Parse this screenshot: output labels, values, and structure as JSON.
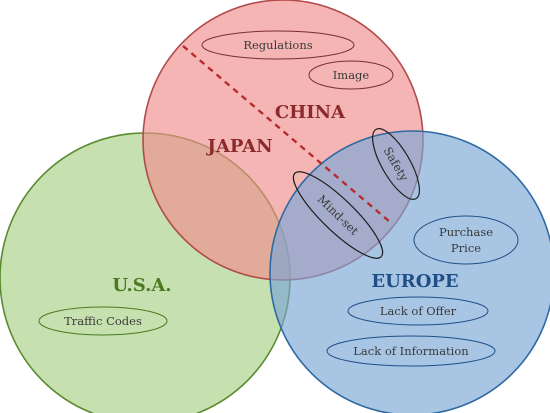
{
  "regions": {
    "china": "CHINA",
    "japan": "JAPAN",
    "usa": "U.S.A.",
    "europe": "EUROPE"
  },
  "tags": {
    "regulations": "Regulations",
    "image": "Image",
    "safety": "Safety",
    "mindset": "Mind-set",
    "purchase_price_line1": "Purchase",
    "purchase_price_line2": "Price",
    "lack_of_offer": "Lack of Offer",
    "lack_of_information": "Lack of Information",
    "traffic_codes": "Traffic Codes"
  },
  "colors": {
    "china_fill": "#ef8d8d",
    "china_stroke": "#b24b4b",
    "usa_fill": "#a8cf84",
    "usa_stroke": "#5a8a2e",
    "europe_fill": "#7aa6d6",
    "europe_stroke": "#2f6aa3",
    "china_text": "#8b2a2a",
    "usa_text": "#4b7a22",
    "europe_text": "#1f4f86",
    "divider": "#b52a2a"
  }
}
